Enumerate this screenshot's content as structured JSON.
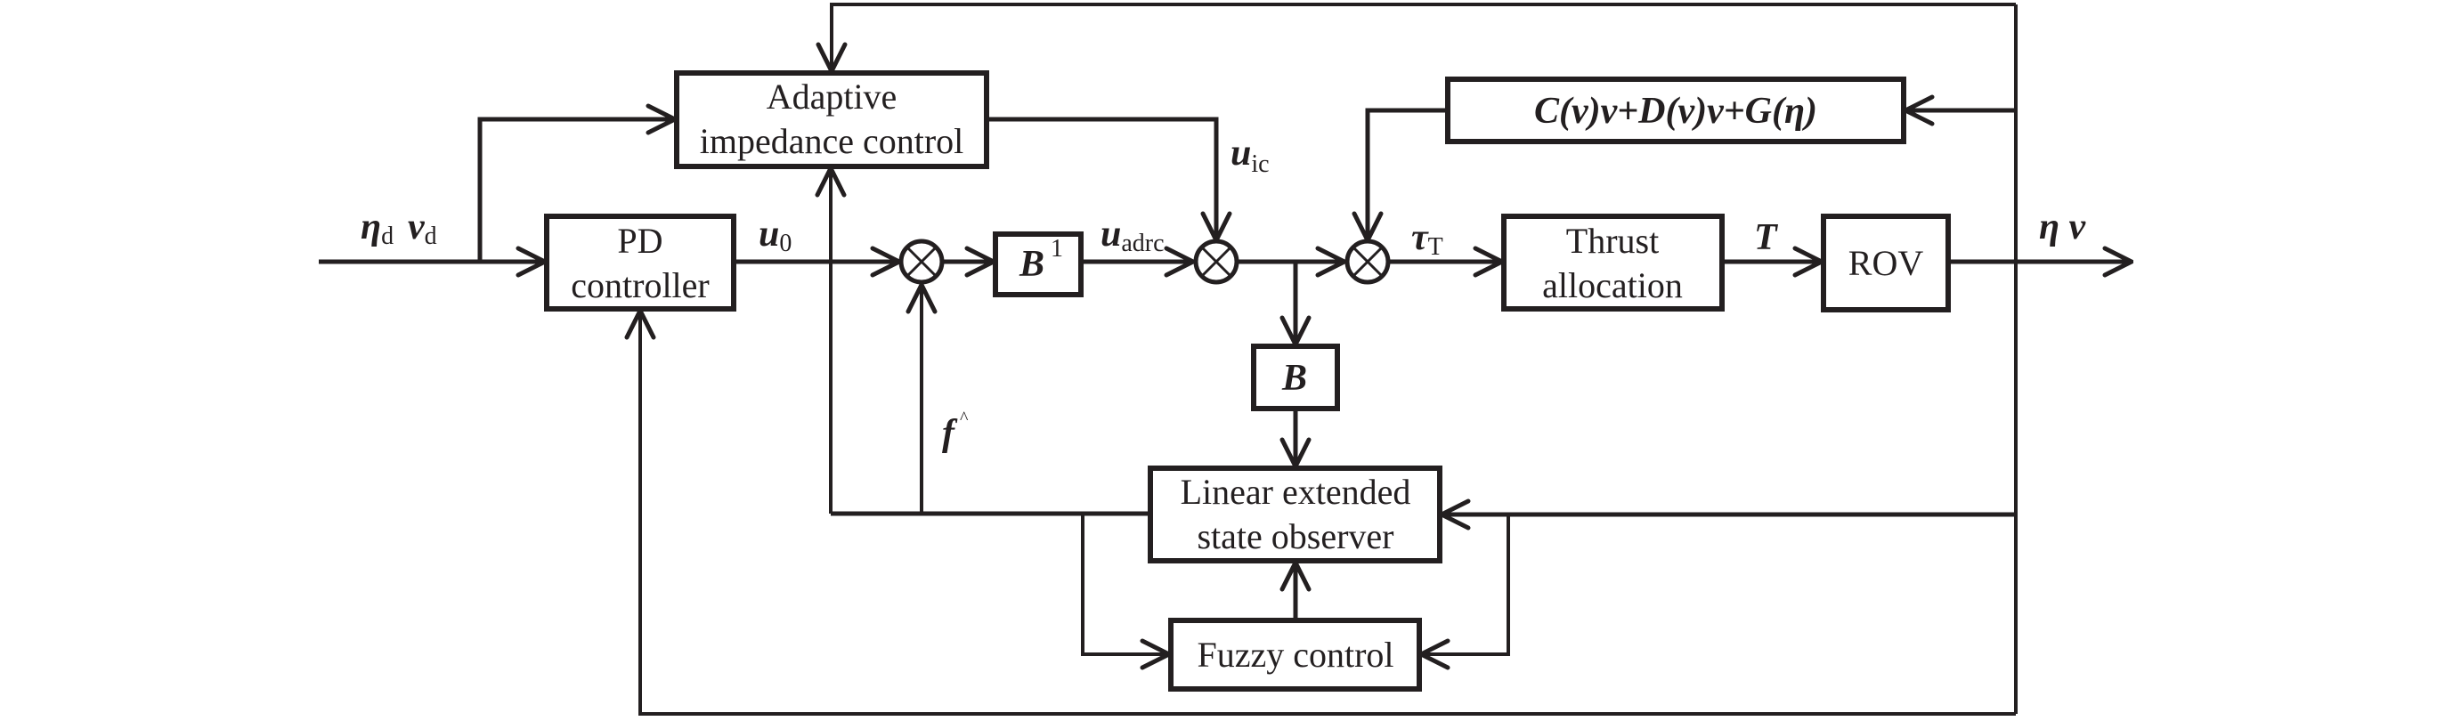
{
  "diagram": {
    "title": "ROV adaptive impedance + fuzzy LADRC control block diagram",
    "blocks": {
      "adaptive_impedance": {
        "line1": "Adaptive",
        "line2": "impedance control"
      },
      "pd_controller": {
        "line1": "PD",
        "line2": "controller"
      },
      "b_inverse": {
        "symbol": "B",
        "superscript": "1"
      },
      "b": {
        "symbol": "B"
      },
      "dynamics": {
        "text": "C(v)v+D(v)v+G(η)"
      },
      "thrust_allocation": {
        "line1": "Thrust",
        "line2": "allocation"
      },
      "rov": {
        "text": "ROV"
      },
      "leso": {
        "line1": "Linear extended",
        "line2": "state observer"
      },
      "fuzzy": {
        "text": "Fuzzy control"
      }
    },
    "signals": {
      "input": {
        "eta": "η",
        "eta_sub": "d",
        "v": "v",
        "v_sub": "d"
      },
      "u0": {
        "main": "u",
        "sub": "0"
      },
      "u_adrc": {
        "main": "u",
        "sub": "adrc"
      },
      "u_ic": {
        "main": "u",
        "sub": "ic"
      },
      "tau_t": {
        "main": "τ",
        "sub": "T"
      },
      "t": {
        "main": "T"
      },
      "output": {
        "main": "η v"
      },
      "f_hat": {
        "main": "f",
        "hat": "^"
      }
    },
    "summing_junctions": [
      "sum-1",
      "sum-2",
      "sum-3"
    ]
  }
}
